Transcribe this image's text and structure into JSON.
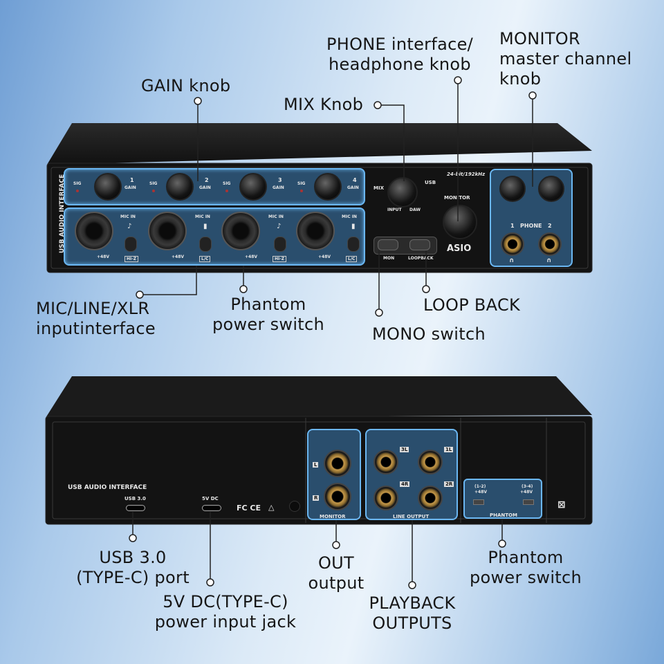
{
  "callouts": {
    "gain_knob": "GAIN knob",
    "phone_interface": [
      "PHONE interface/",
      "headphone knob"
    ],
    "monitor_master": [
      "MONITOR",
      "master channel",
      "knob"
    ],
    "mix_knob": "MIX Knob",
    "mic_line_xlr": [
      "MIC/LINE/XLR",
      "inputinterface"
    ],
    "phantom_front": [
      "Phantom",
      "power switch"
    ],
    "loop_back": "LOOP BACK",
    "mono_switch": "MONO switch",
    "usb_port": [
      "USB 3.0",
      "(TYPE-C) port"
    ],
    "dc_jack": [
      "5V DC(TYPE-C)",
      "power input jack"
    ],
    "out_output": [
      "OUT",
      "output"
    ],
    "playback_outputs": [
      "PLAYBACK",
      "OUTPUTS"
    ],
    "phantom_rear": [
      "Phantom",
      "power switch"
    ]
  },
  "front_panel": {
    "side_label": "USB AUDIO INTERFACE",
    "channels": [
      {
        "num": "1",
        "gain": "GAIN",
        "sig": "SIG",
        "mic_in": "MIC IN",
        "p48": "+48V",
        "mode": "HI-Z"
      },
      {
        "num": "2",
        "gain": "GAIN",
        "sig": "SIG",
        "mic_in": "MIC IN",
        "p48": "+48V",
        "mode": "L/C"
      },
      {
        "num": "3",
        "gain": "GAIN",
        "sig": "SIG",
        "mic_in": "MIC IN",
        "p48": "+48V",
        "mode": "HI-Z"
      },
      {
        "num": "4",
        "gain": "GAIN",
        "sig": "SIG",
        "mic_in": "MIC IN",
        "p48": "+48V",
        "mode": "L/C"
      }
    ],
    "spec": "24-bit/192kHz",
    "mix": "MIX",
    "usb": "USB",
    "input": "INPUT",
    "daw": "DAW",
    "monitor": "MONITOR",
    "mon": "MON",
    "loopback": "LOOPBACK",
    "asio": "ASIO",
    "phone": "PHONE",
    "phone_1": "1",
    "phone_2": "2"
  },
  "rear_panel": {
    "title": "USB AUDIO INTERFACE",
    "usb_label": "USB 3.0",
    "dc_label": "5V DC",
    "cert": "FC CE",
    "mon_l": "L",
    "mon_r": "R",
    "mon_label": "MONITOR",
    "line_3l": "3L",
    "line_1l": "1L",
    "line_4r": "4R",
    "line_2r": "2R",
    "line_label": "LINE OUTPUT",
    "ph_12": "(1-2)",
    "ph_34": "(3-4)",
    "ph_48a": "+48V",
    "ph_48b": "+48V",
    "phantom_label": "PHANTOM"
  },
  "colors": {
    "device": "#151515",
    "highlight": "#5aa8e8",
    "background_light": "#eaf3fb",
    "background_edge": "#6f9ed4"
  }
}
